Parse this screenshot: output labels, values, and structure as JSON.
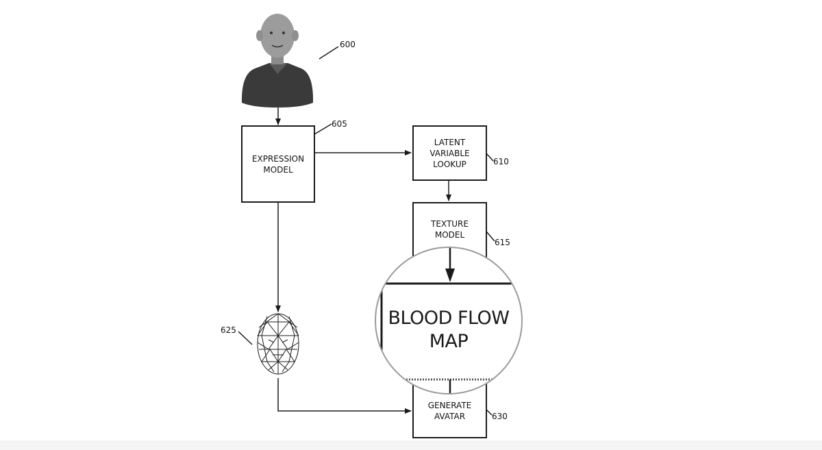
{
  "figure": {
    "nodes": [
      {
        "id": "600",
        "type": "person-image",
        "label": ""
      },
      {
        "id": "605",
        "type": "box",
        "label": "EXPRESSION\nMODEL"
      },
      {
        "id": "610",
        "type": "box",
        "label": "LATENT\nVARIABLE\nLOOKUP"
      },
      {
        "id": "615",
        "type": "box",
        "label": "TEXTURE\nMODEL"
      },
      {
        "id": "625",
        "type": "face-mesh-image",
        "label": ""
      },
      {
        "id": "630",
        "type": "box",
        "label": "GENERATE\nAVATAR"
      }
    ],
    "refs": {
      "r600": "600",
      "r605": "605",
      "r610": "610",
      "r615": "615",
      "r625": "625",
      "r630": "630"
    },
    "labels": {
      "expression_model": "EXPRESSION\nMODEL",
      "latent_variable_lookup": "LATENT\nVARIABLE\nLOOKUP",
      "texture_model": "TEXTURE\nMODEL",
      "generate_avatar": "GENERATE\nAVATAR"
    },
    "magnifier": {
      "label": "BLOOD FLOW\nMAP"
    },
    "edges": [
      {
        "from": "600",
        "to": "605"
      },
      {
        "from": "605",
        "to": "610"
      },
      {
        "from": "605",
        "to": "625"
      },
      {
        "from": "610",
        "to": "615"
      },
      {
        "from": "615",
        "to": "blood-flow-map"
      },
      {
        "from": "blood-flow-map",
        "to": "630"
      },
      {
        "from": "625",
        "to": "630"
      }
    ]
  }
}
